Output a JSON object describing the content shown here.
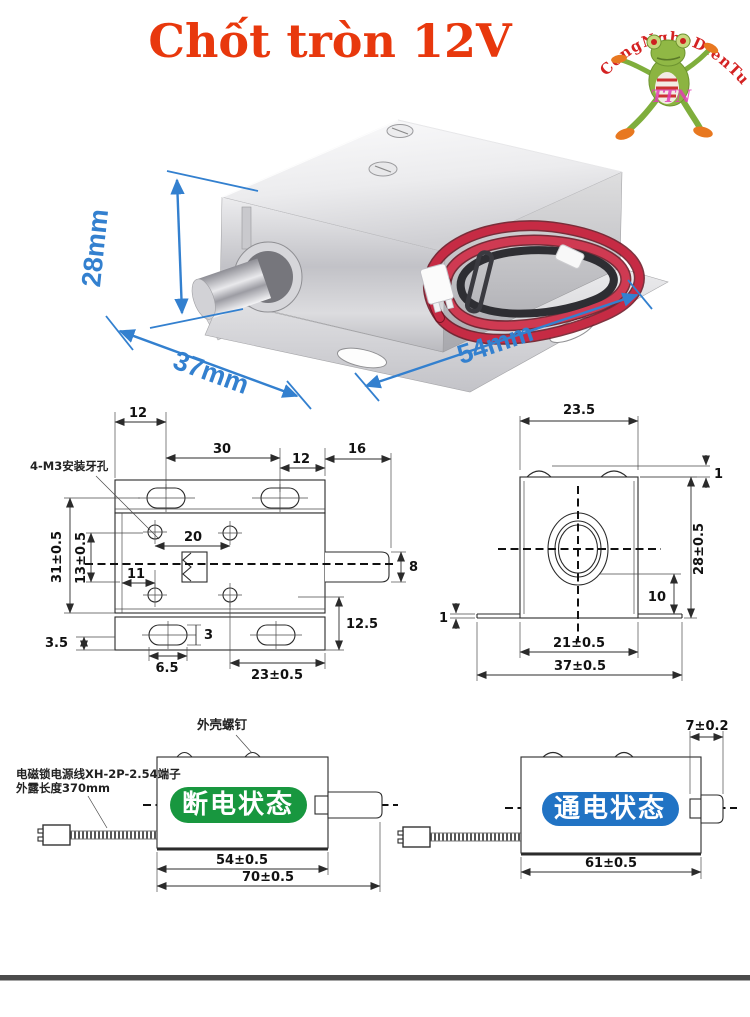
{
  "title": "Chốt tròn 12V",
  "logo": {
    "brand": "CongNgheDienTu",
    "watermark": "TTN"
  },
  "photo": {
    "dim_height": "28mm",
    "dim_width": "37mm",
    "dim_length": "54mm"
  },
  "front_view": {
    "mount_label": "4-M3安装牙孔",
    "dim_edge_to_slot": "12",
    "dim_slot_span": "30",
    "dim_slot_to_edge": "12",
    "dim_plunger_len": "16",
    "dim_hole_span": "20",
    "dim_hole_offset": "11",
    "dim_body_height": "31±0.5",
    "dim_hole_height": "13±0.5",
    "dim_base_gap": "3.5",
    "dim_slot_h": "3",
    "dim_slot_w": "6.5",
    "dim_bottom_span": "23±0.5",
    "dim_side_h": "12.5",
    "dim_plunger_dia": "8"
  },
  "side_view": {
    "dim_top_width": "23.5",
    "dim_screw_h": "1",
    "dim_height": "28±0.5",
    "dim_center_base": "10",
    "dim_flange_t": "1",
    "dim_inner_width": "21±0.5",
    "dim_total_width": "37±0.5"
  },
  "state_off": {
    "badge": "断电状态",
    "badge_color": "#18973f",
    "screw_label": "外壳螺钉",
    "wire_label_1": "电磁锁电源线XH-2P-2.54端子",
    "wire_label_2": "外露长度370mm",
    "dim_body": "54±0.5",
    "dim_total": "70±0.5"
  },
  "state_on": {
    "badge": "通电状态",
    "badge_color": "#2173c4",
    "dim_stroke": "7±0.2",
    "dim_body": "61±0.5"
  },
  "colors": {
    "accent_blue": "#3380cf",
    "title_red": "#e8380d"
  }
}
